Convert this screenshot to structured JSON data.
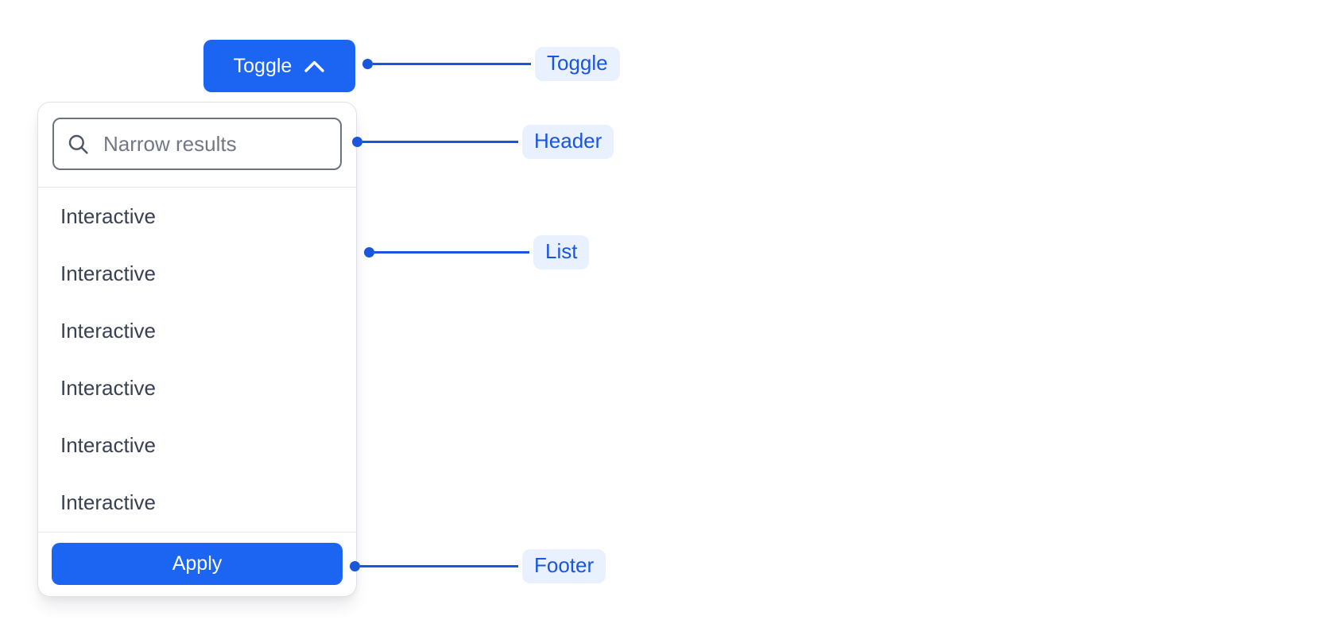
{
  "toggle_button": {
    "label": "Toggle",
    "icon": "chevron-up-icon"
  },
  "dropdown": {
    "header": {
      "search_placeholder": "Narrow results",
      "search_value": "",
      "icon": "search-icon"
    },
    "list": {
      "items": [
        "Interactive",
        "Interactive",
        "Interactive",
        "Interactive",
        "Interactive",
        "Interactive"
      ]
    },
    "footer": {
      "apply_label": "Apply"
    }
  },
  "annotations": [
    {
      "label": "Toggle"
    },
    {
      "label": "Header"
    },
    {
      "label": "List"
    },
    {
      "label": "Footer"
    }
  ],
  "colors": {
    "primary_button": "#1C64F2",
    "annotation_accent": "#1A56DB",
    "annotation_pill_bg": "#E9F1FE",
    "item_text": "#374151",
    "input_border": "#6B7280",
    "panel_border": "#DFE3E8",
    "divider": "#E5E7EB"
  }
}
